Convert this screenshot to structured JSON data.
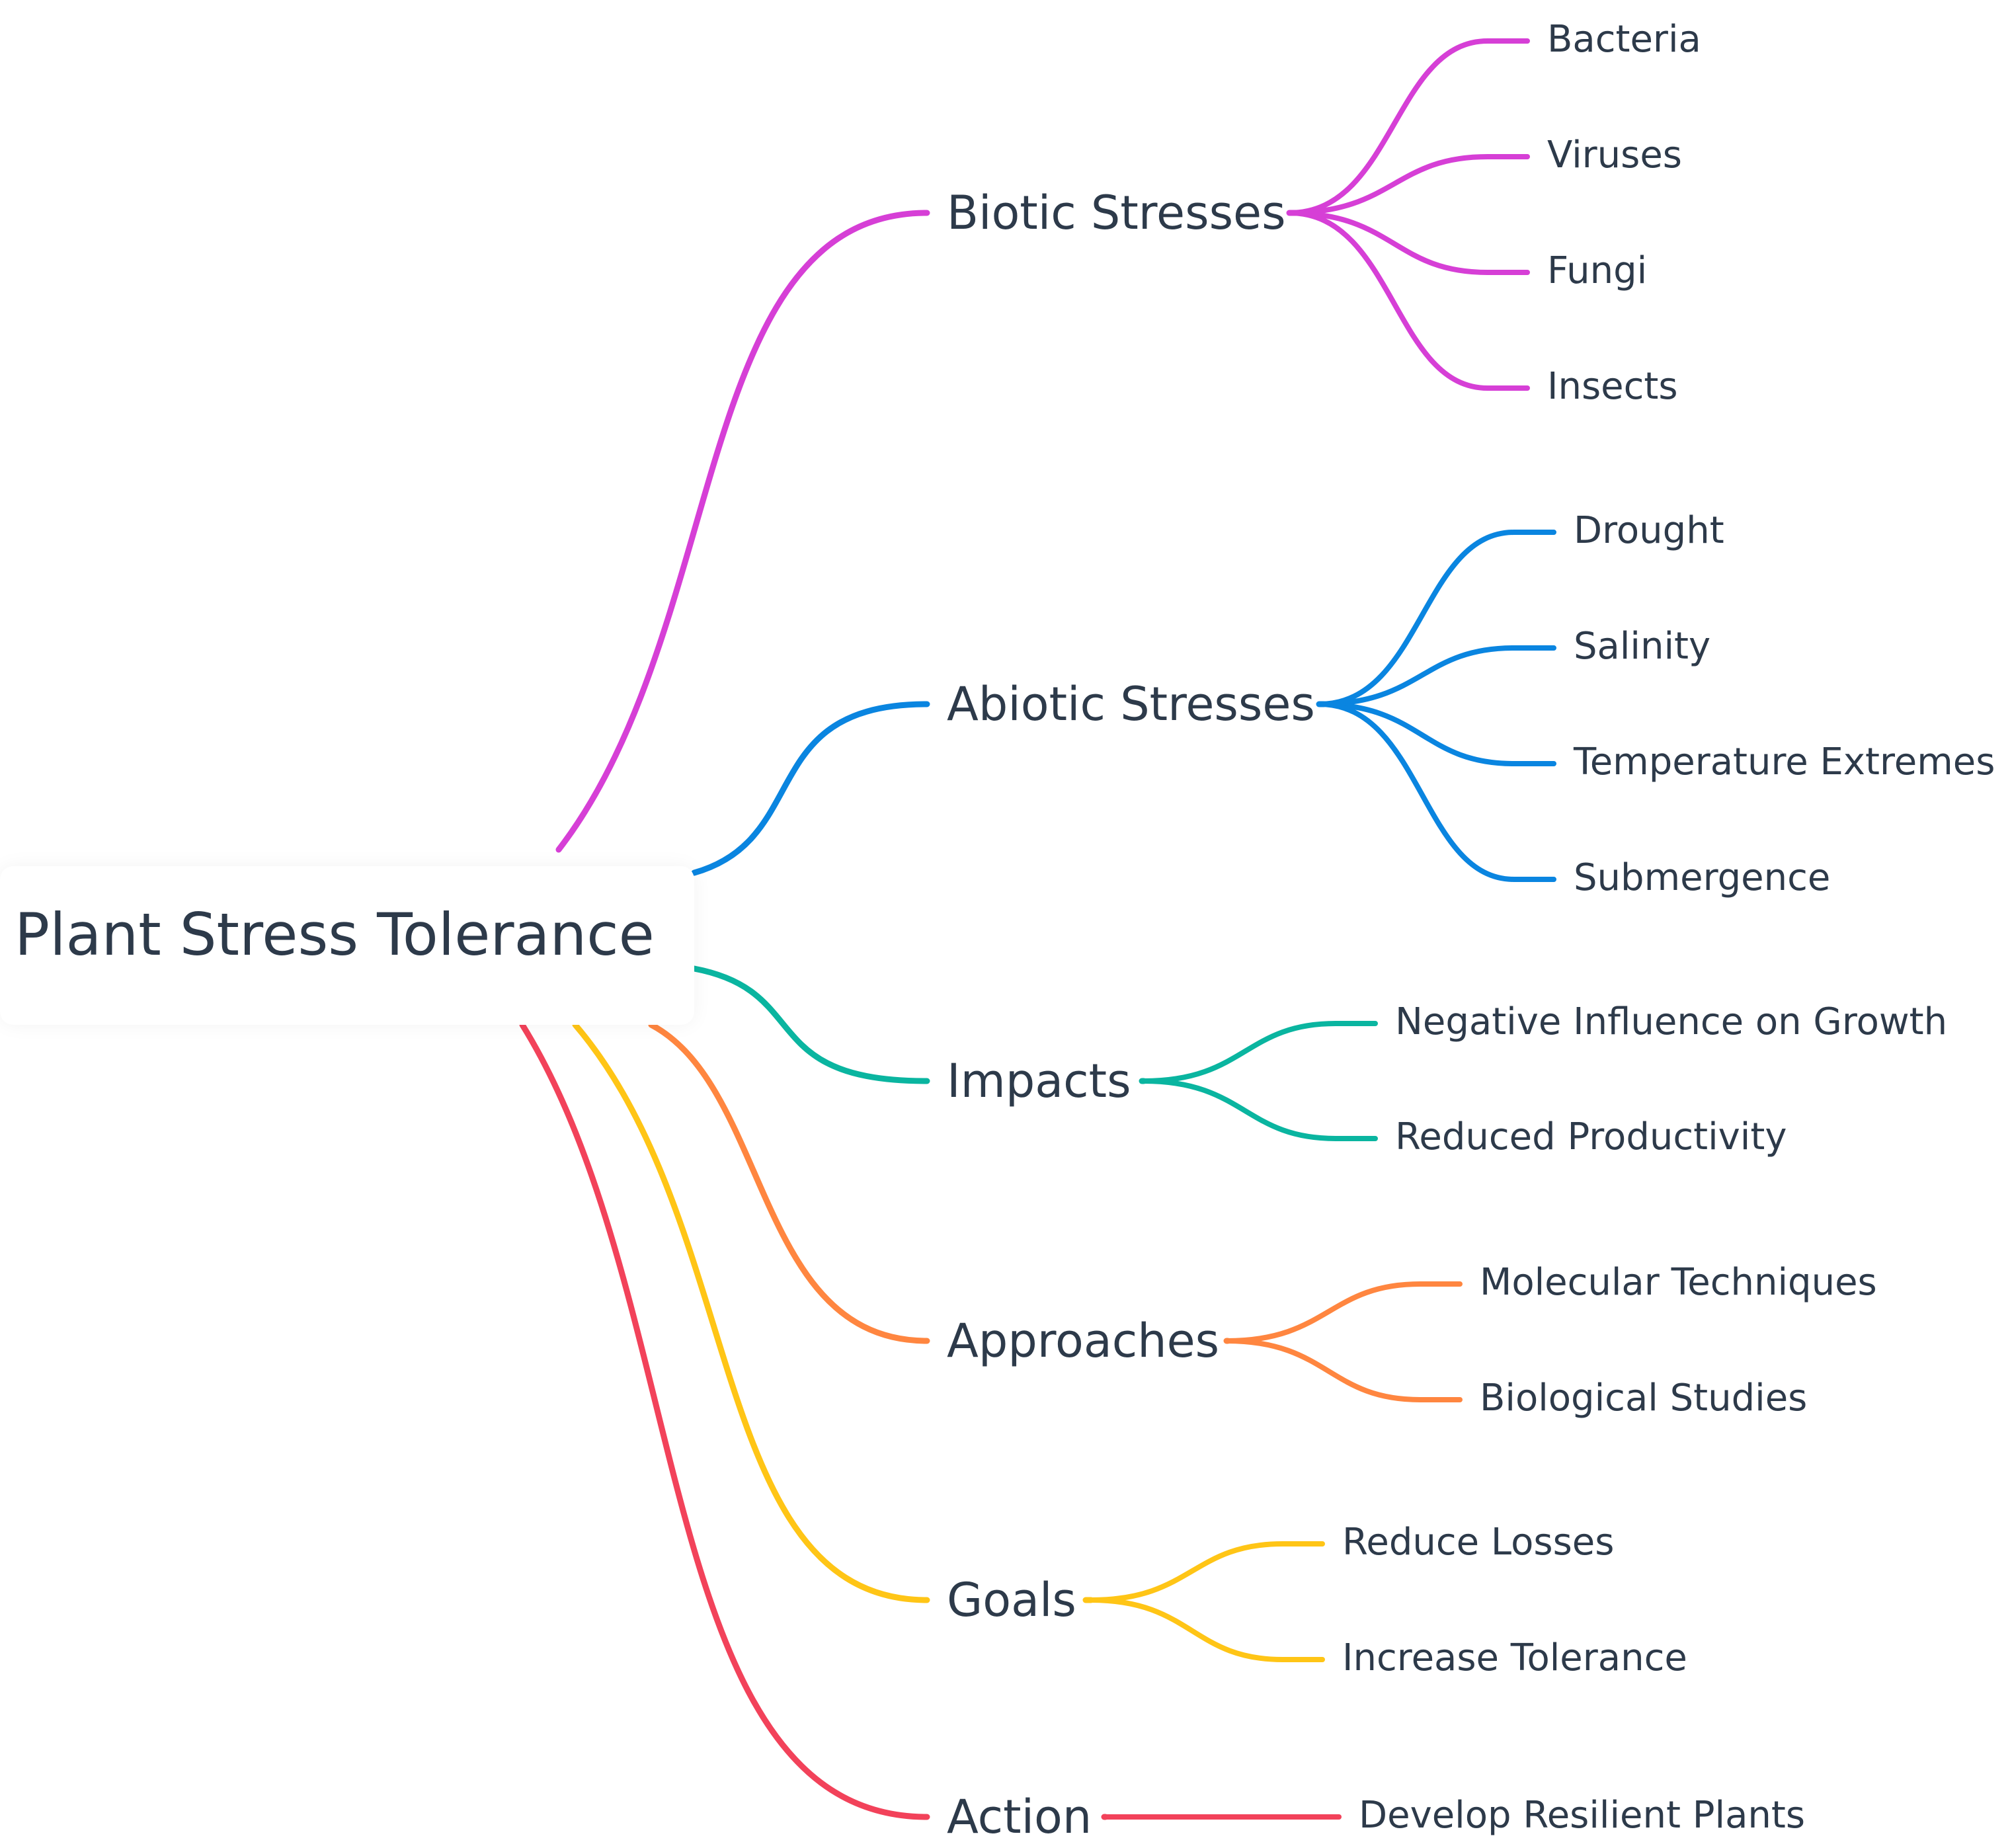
{
  "root": {
    "label": "Plant Stress Tolerance"
  },
  "branches": [
    {
      "label": "Biotic Stresses",
      "color": "#d63fd6",
      "children": [
        "Bacteria",
        "Viruses",
        "Fungi",
        "Insects"
      ]
    },
    {
      "label": "Abiotic Stresses",
      "color": "#0a85e0",
      "children": [
        "Drought",
        "Salinity",
        "Temperature Extremes",
        "Submergence"
      ]
    },
    {
      "label": "Impacts",
      "color": "#0ab5a0",
      "children": [
        "Negative Influence on Growth",
        "Reduced Productivity"
      ]
    },
    {
      "label": "Approaches",
      "color": "#ff8640",
      "children": [
        "Molecular Techniques",
        "Biological Studies"
      ]
    },
    {
      "label": "Goals",
      "color": "#ffc516",
      "children": [
        "Reduce Losses",
        "Increase Tolerance"
      ]
    },
    {
      "label": "Action",
      "color": "#f2425a",
      "children": [
        "Develop Resilient Plants"
      ]
    }
  ]
}
